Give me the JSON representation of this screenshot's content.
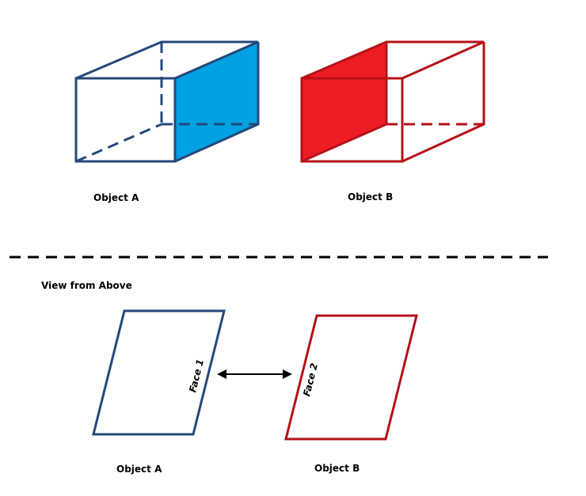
{
  "colors": {
    "object_a_stroke": "#24497A",
    "object_a_fill": "#00A2E3",
    "object_b_stroke": "#B51217",
    "object_b_fill": "#EE1C25",
    "divider": "#000000",
    "arrow": "#000000",
    "text": "#000000"
  },
  "labels": {
    "object_a_top": "Object A",
    "object_b_top": "Object B",
    "view_title": "View from Above",
    "face_1": "Face 1",
    "face_2": "Face 2",
    "object_a_bottom": "Object A",
    "object_b_bottom": "Object B"
  }
}
